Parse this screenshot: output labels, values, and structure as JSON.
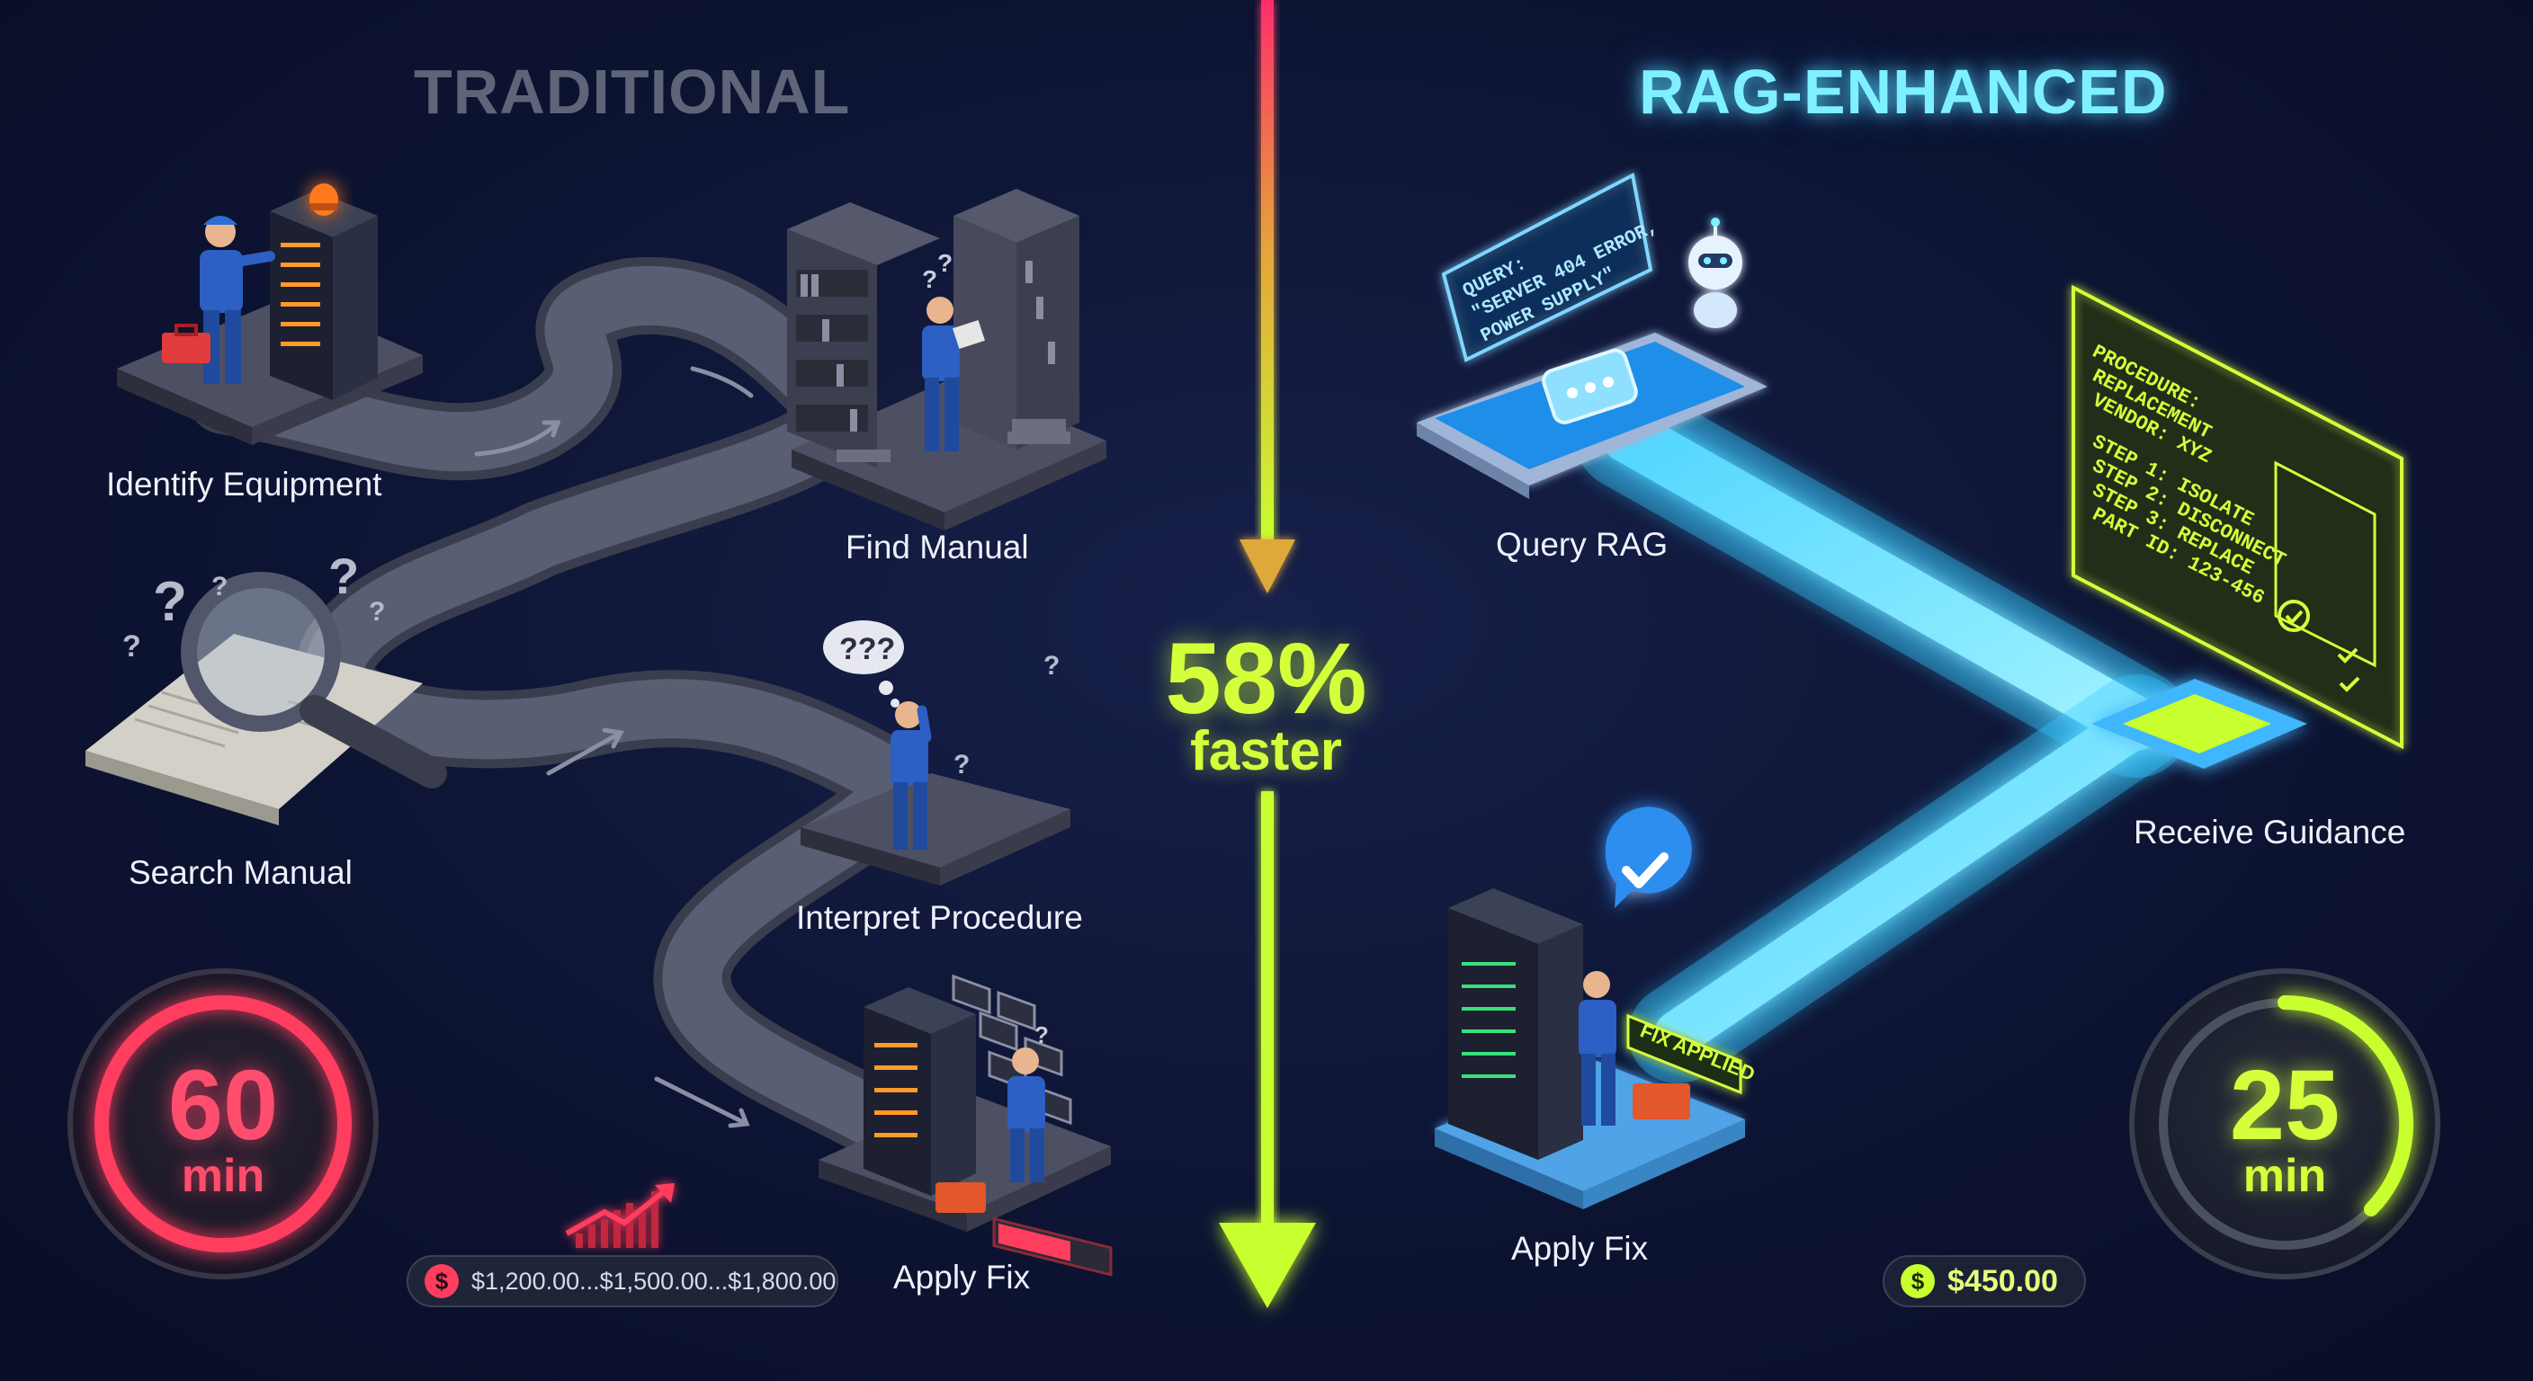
{
  "traditional": {
    "title": "TRADITIONAL",
    "steps": [
      {
        "label": "Identify Equipment"
      },
      {
        "label": "Find Manual"
      },
      {
        "label": "Search Manual"
      },
      {
        "label": "Interpret Procedure"
      },
      {
        "label": "Apply Fix"
      }
    ],
    "timer": {
      "value": "60",
      "unit": "min"
    },
    "cost": "$1,200.00...$1,500.00...$1,800.00"
  },
  "rag": {
    "title": "RAG-ENHANCED",
    "steps": [
      {
        "label": "Query RAG"
      },
      {
        "label": "Receive Guidance"
      },
      {
        "label": "Apply Fix"
      }
    ],
    "query_bubble": [
      "QUERY:",
      "\"SERVER 404 ERROR,",
      "POWER SUPPLY\""
    ],
    "guidance_panel": [
      "PROCEDURE:",
      "REPLACEMENT",
      "VENDOR: XYZ",
      "STEP 1: ISOLATE",
      "STEP 2: DISCONNECT",
      "STEP 3: REPLACE",
      "PART ID: 123-456"
    ],
    "fix_tag": "FIX APPLIED",
    "timer": {
      "value": "25",
      "unit": "min"
    },
    "cost": "$450.00"
  },
  "comparison": {
    "percent": "58%",
    "word": "faster"
  },
  "colors": {
    "traditional_accent": "#ff4d6d",
    "rag_accent": "#7ff0ff",
    "speed_accent": "#d5ff3a",
    "background": "#0d1433"
  },
  "icons": [
    "dollar-coin-icon",
    "rising-cost-chart-icon",
    "robot-icon",
    "chat-bubble-icon",
    "check-badge-icon",
    "question-mark-icon",
    "magnifier-icon",
    "alarm-light-icon",
    "toolbox-icon",
    "down-arrow-icon"
  ]
}
